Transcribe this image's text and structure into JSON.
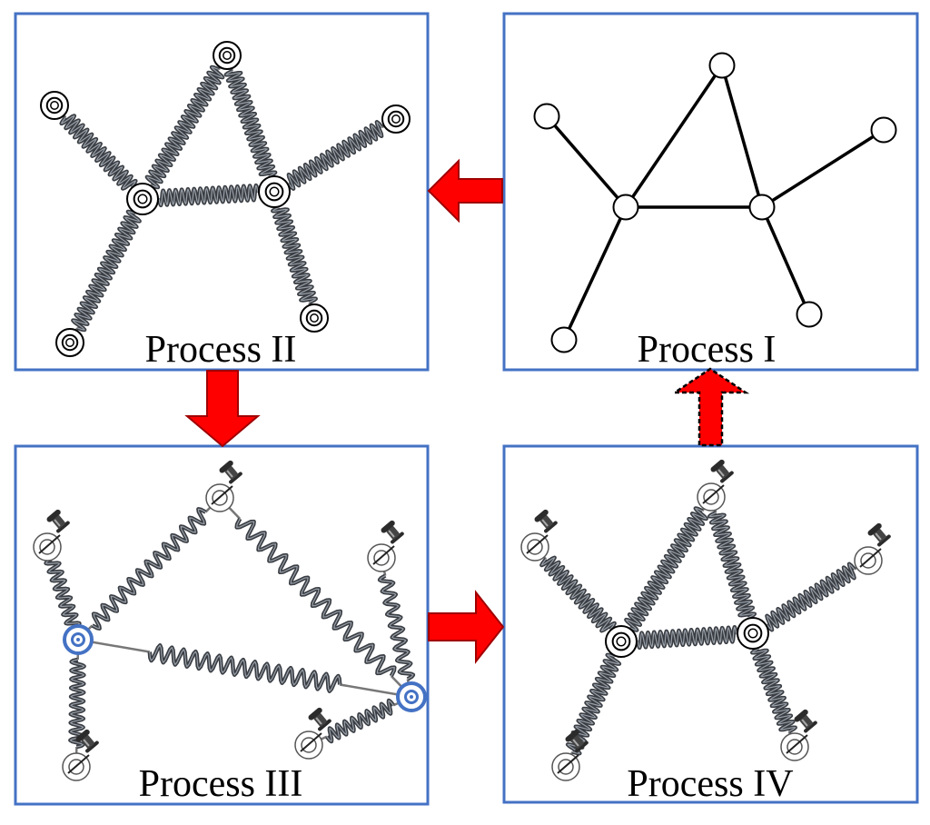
{
  "panels": [
    {
      "id": "p1",
      "label": "Process I"
    },
    {
      "id": "p2",
      "label": "Process II"
    },
    {
      "id": "p3",
      "label": "Process III"
    },
    {
      "id": "p4",
      "label": "Process IV"
    }
  ],
  "colors": {
    "panel_border": "#4472c4",
    "arrow_fill": "#ff0000",
    "arrow_stroke": "#a00000",
    "spring": "#3a3e44",
    "fixed_node": "#4472c4",
    "pin_head": "#2b2b2b"
  },
  "icons": [
    "spring-icon",
    "pushpin-icon",
    "node-icon"
  ]
}
